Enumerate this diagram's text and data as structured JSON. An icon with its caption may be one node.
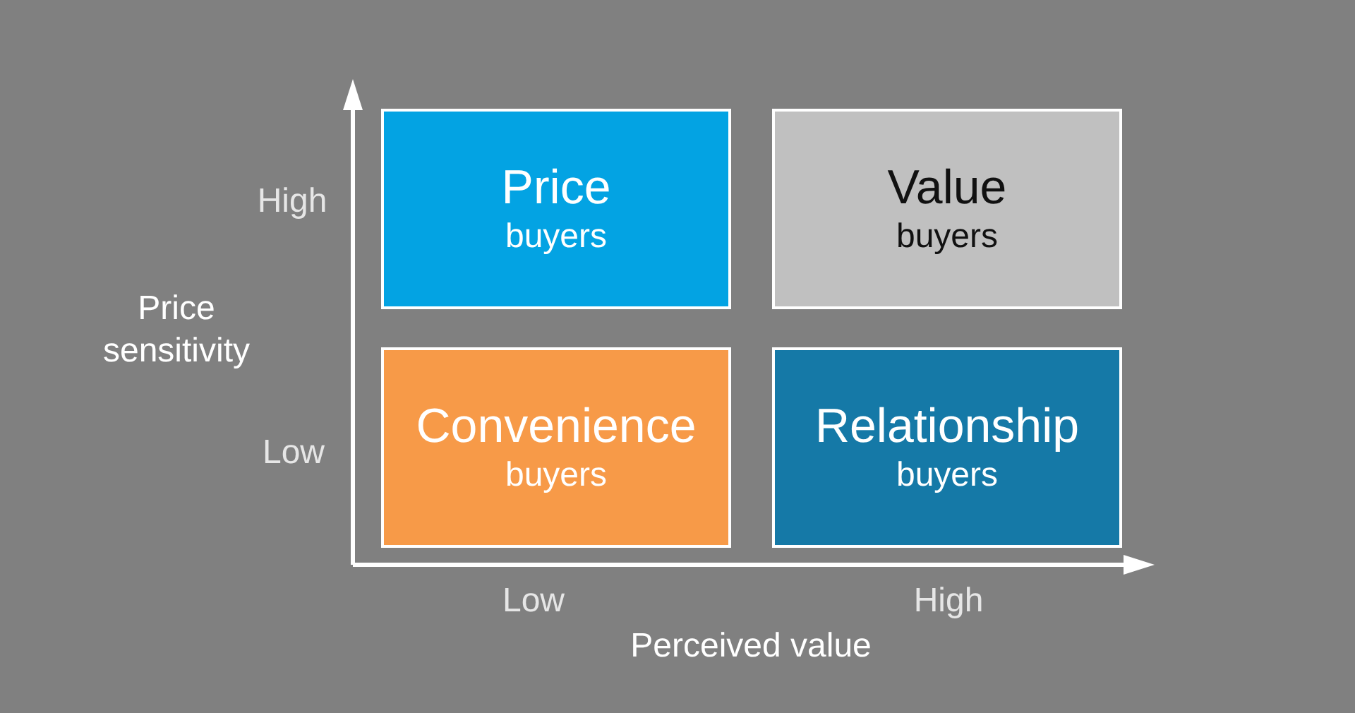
{
  "diagram": {
    "nodes": [
      {
        "text": [
          "Price",
          "buyers"
        ]
      },
      {
        "text": [
          "Value",
          "buyers"
        ]
      },
      {
        "text": [
          "Convenience",
          "buyers"
        ]
      },
      {
        "text": [
          "Relationship",
          "buyers"
        ]
      }
    ],
    "labels": [
      "High",
      "Price sensitivity",
      "Low",
      "Low",
      "High",
      "Perceived value"
    ]
  }
}
